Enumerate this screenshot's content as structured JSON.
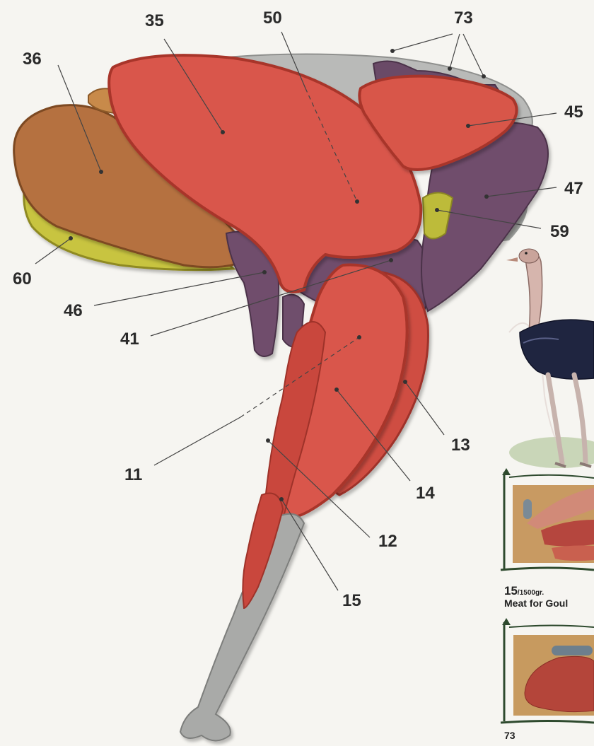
{
  "callouts": [
    {
      "id": "c35",
      "number": "35"
    },
    {
      "id": "c50",
      "number": "50"
    },
    {
      "id": "c73",
      "number": "73"
    },
    {
      "id": "c36",
      "number": "36"
    },
    {
      "id": "c45",
      "number": "45"
    },
    {
      "id": "c47",
      "number": "47"
    },
    {
      "id": "c59",
      "number": "59"
    },
    {
      "id": "c60",
      "number": "60"
    },
    {
      "id": "c46",
      "number": "46"
    },
    {
      "id": "c41",
      "number": "41"
    },
    {
      "id": "c13",
      "number": "13"
    },
    {
      "id": "c14",
      "number": "14"
    },
    {
      "id": "c11",
      "number": "11"
    },
    {
      "id": "c12",
      "number": "12"
    },
    {
      "id": "c15",
      "number": "15"
    }
  ],
  "side_panel": {
    "photo1_caption": {
      "number": "15",
      "weight": "/1500gr.",
      "name": "Meat for Goul"
    },
    "photo2_caption": {
      "number": "73"
    }
  },
  "colors": {
    "red_muscle": "#d9574b",
    "red_outline": "#b2392f",
    "purple": "#6e4d6b",
    "brown": "#b26f3f",
    "olive": "#c2c13e",
    "bone": "#a9aaa8",
    "background": "#f6f5f1"
  }
}
